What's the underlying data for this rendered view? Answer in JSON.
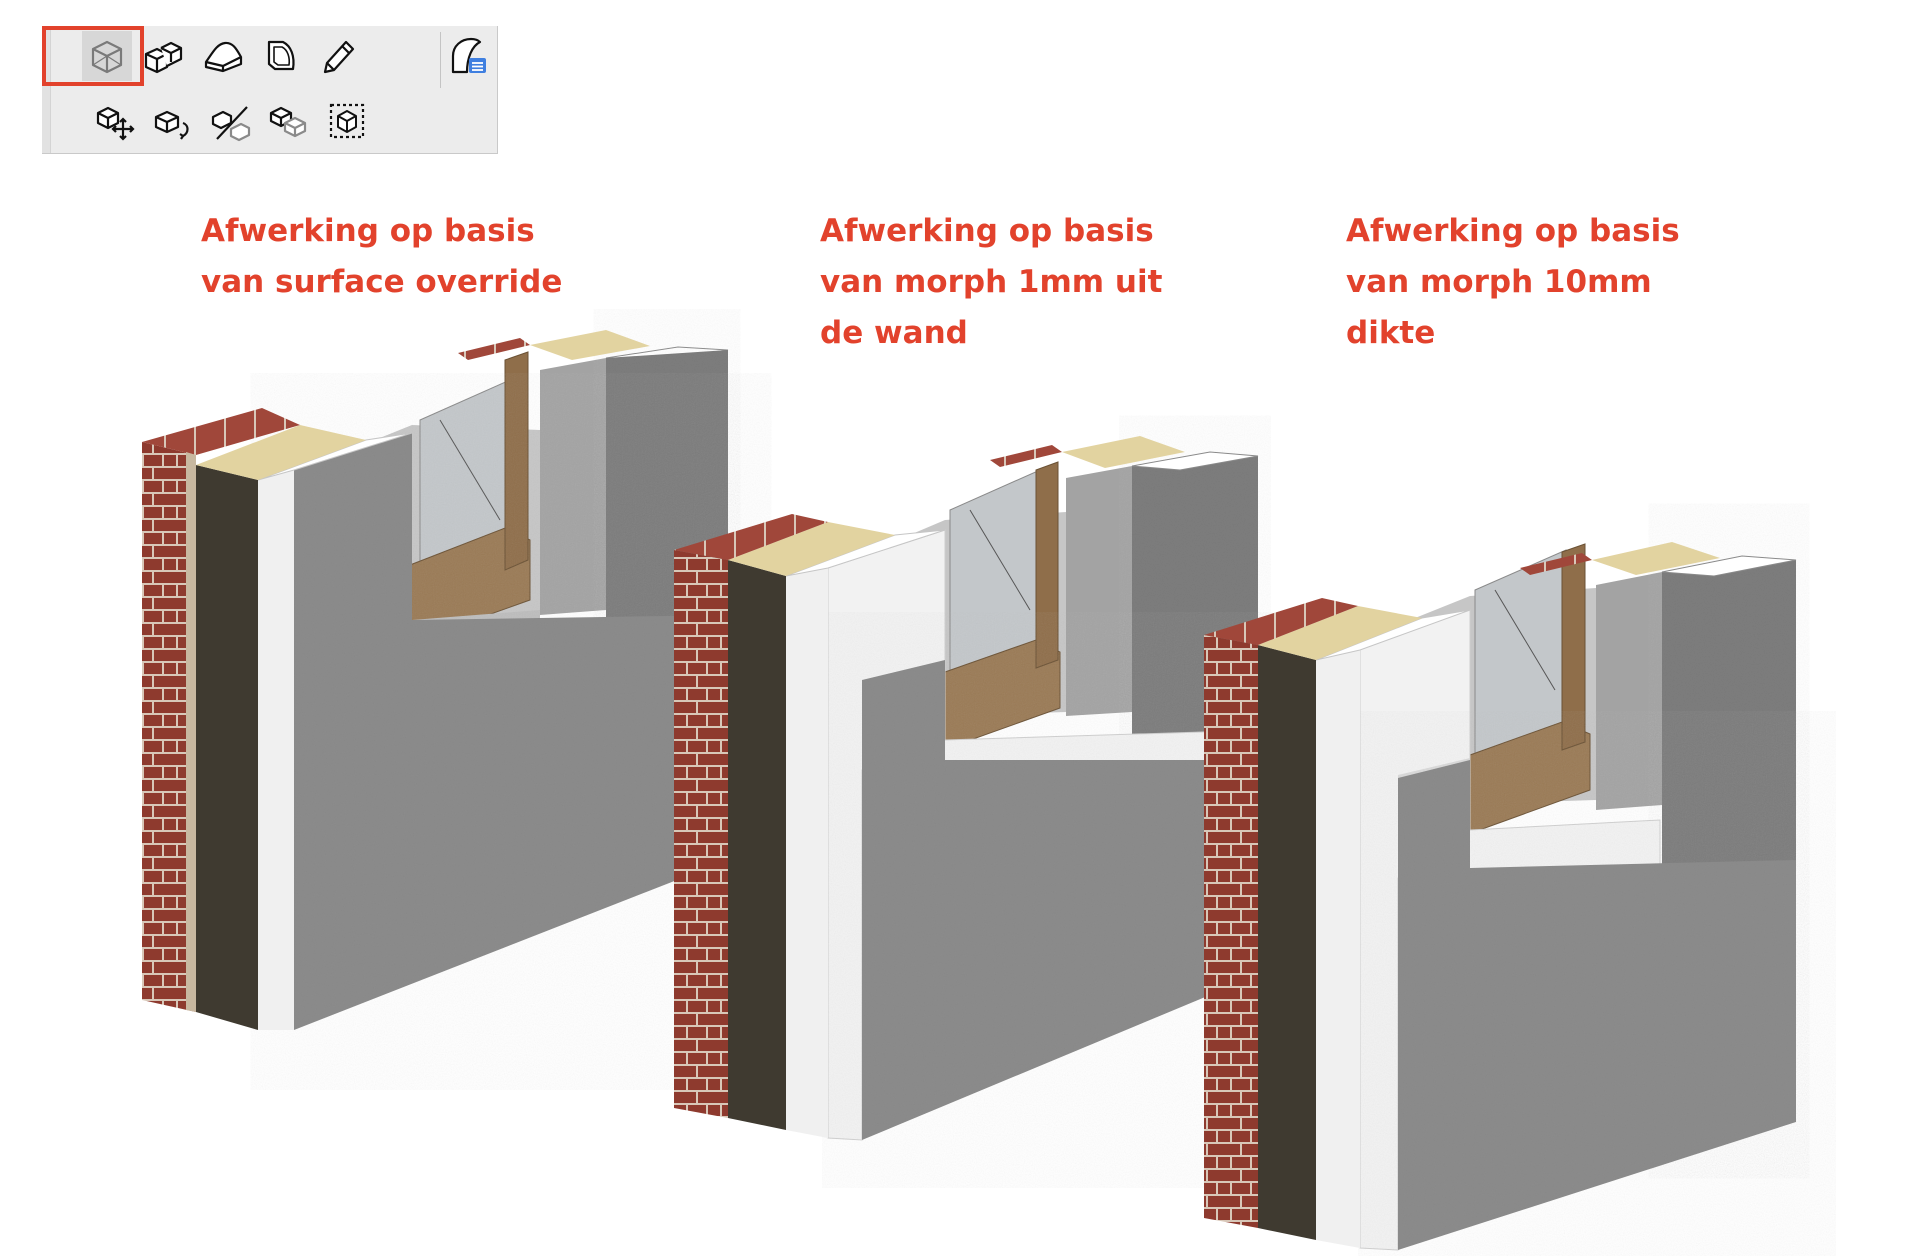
{
  "toolbar": {
    "row1": [
      {
        "icon": "morph-box-icon",
        "selected": true
      },
      {
        "icon": "morph-polyline-box-icon",
        "selected": false
      },
      {
        "icon": "morph-revolve-icon",
        "selected": false
      },
      {
        "icon": "morph-face-icon",
        "selected": false
      },
      {
        "icon": "pencil-icon",
        "selected": false
      },
      {
        "icon": "surface-override-icon",
        "selected": false
      }
    ],
    "row2": [
      {
        "icon": "move-subelement-icon"
      },
      {
        "icon": "rotate-subelement-icon"
      },
      {
        "icon": "split-element-icon"
      },
      {
        "icon": "merge-elements-icon"
      },
      {
        "icon": "bounding-box-icon"
      }
    ],
    "highlight_color": "#e2422c"
  },
  "captions": [
    {
      "lines": [
        "Afwerking op basis",
        "van surface override"
      ]
    },
    {
      "lines": [
        "Afwerking op basis",
        "van morph 1mm uit",
        "de wand"
      ]
    },
    {
      "lines": [
        "Afwerking op basis",
        "van morph 10mm",
        "dikte"
      ]
    }
  ],
  "colors": {
    "caption": "#e2422c",
    "brick": "#8e3a2e",
    "mortar": "#d8c7b8",
    "insulation_dark": "#3f3a30",
    "insulation_top": "#e2d3a0",
    "plaster_white": "#f2f2f2",
    "concrete": "#8d8d8d",
    "timber_frame": "#9a7a55",
    "glass": "#c4c8cb"
  }
}
